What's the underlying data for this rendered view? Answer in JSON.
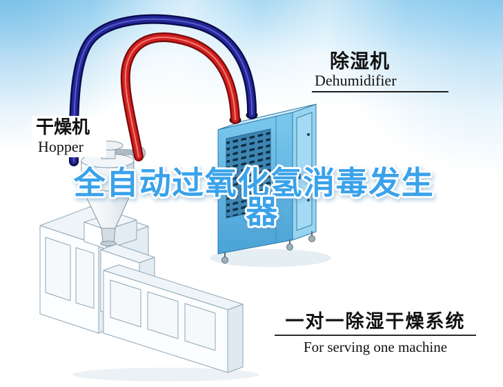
{
  "scene": {
    "background_top": "#a6d8f2",
    "background_bottom": "#ffffff"
  },
  "title": {
    "line1": "全自动过氧化氢消毒发生",
    "line2": "器",
    "fill": "#3aa2ea",
    "outline": "#ffffff"
  },
  "labels": {
    "dryer": {
      "cn": "干燥机",
      "en": "Hopper"
    },
    "dehumidifier": {
      "cn": "除湿机",
      "en": "Dehumidifier"
    },
    "system": {
      "cn": "一对一除湿干燥系统",
      "en": "For serving one machine"
    }
  },
  "colors": {
    "hose_return_red": "#d42020",
    "hose_return_red_edge": "#7e0d0d",
    "hose_supply_navy": "#23269a",
    "hose_supply_navy_edge": "#0a0c4a",
    "cabinet_front": "#5bb3e4",
    "cabinet_side": "#97d4f2",
    "cabinet_top": "#cdeaf9",
    "label_text": "#111111"
  }
}
